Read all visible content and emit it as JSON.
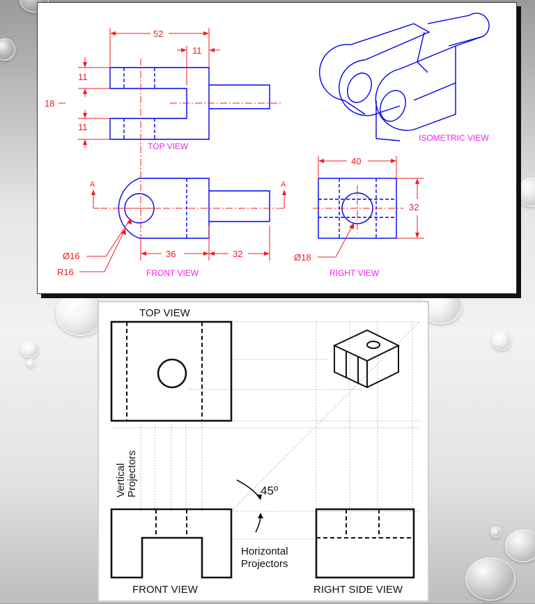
{
  "top_drawing": {
    "dims": {
      "overall_length": "52",
      "slot_depth": "11",
      "upper_lug": "11",
      "slot_width": "18",
      "lower_lug": "11",
      "front_block": "36",
      "front_shaft": "32",
      "right_width": "40",
      "right_height": "32"
    },
    "section_marks": {
      "left": "A",
      "right": "A"
    },
    "callouts": {
      "hole_dia": "Ø16",
      "radius": "R16",
      "right_hole": "Ø18"
    },
    "labels": {
      "top_view": "TOP VIEW",
      "isometric_view": "ISOMETRIC VIEW",
      "front_view": "FRONT VIEW",
      "right_view": "RIGHT VIEW"
    },
    "colors": {
      "lines": "#0000ee",
      "dimensions": "#ee1c24",
      "labels": "#ee22ee",
      "centerlines": "#ee1c24"
    }
  },
  "bottom_drawing": {
    "labels": {
      "top_view": "TOP VIEW",
      "front_view": "FRONT VIEW",
      "right_side_view": "RIGHT SIDE VIEW",
      "vertical_1": "Vertical",
      "vertical_2": "Projectors",
      "angle": "45º",
      "horizontal_1": "Horizontal",
      "horizontal_2": "Projectors"
    }
  }
}
